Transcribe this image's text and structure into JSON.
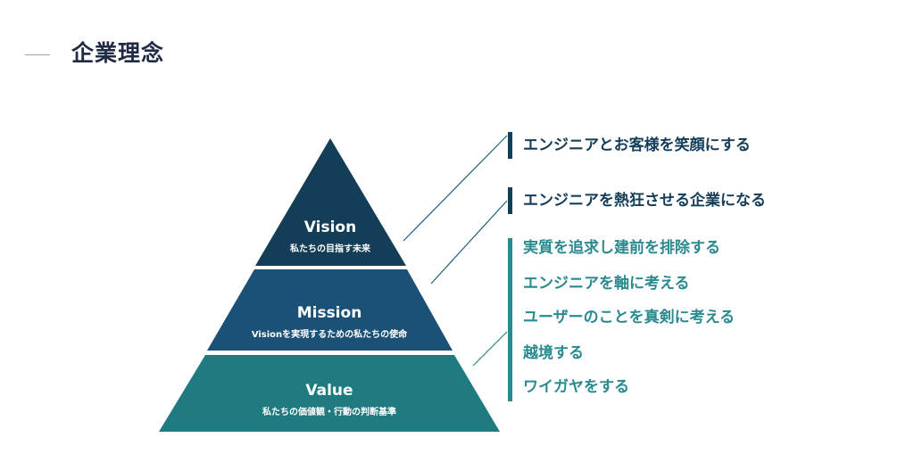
{
  "header": {
    "title": "企業理念"
  },
  "pyramid": {
    "tiers": [
      {
        "title": "Vision",
        "subtitle": "私たちの目指す未来",
        "color": "#143d58"
      },
      {
        "title": "Mission",
        "subtitle": "Visionを実現するための私たちの使命",
        "color": "#1b5177"
      },
      {
        "title": "Value",
        "subtitle": "私たちの価値観・行動の判断基準",
        "color": "#1f7b80"
      }
    ]
  },
  "statements": {
    "vision": {
      "text": "エンジニアとお客様を笑顔にする",
      "color": "#143d58"
    },
    "mission": {
      "text": "エンジニアを熱狂させる企業になる",
      "color": "#143d58"
    },
    "values": {
      "color": "#2a8a8f",
      "items": [
        "実質を追求し建前を排除する",
        "エンジニアを軸に考える",
        "ユーザーのことを真剣に考える",
        "越境する",
        "ワイガヤをする"
      ]
    }
  }
}
